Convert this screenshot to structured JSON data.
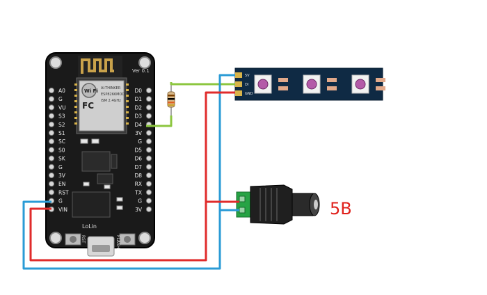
{
  "board": {
    "left_pins": [
      "A0",
      "G",
      "VU",
      "S3",
      "S2",
      "S1",
      "SC",
      "S0",
      "SK",
      "G",
      "3V",
      "EN",
      "RST",
      "G",
      "VIN"
    ],
    "right_pins": [
      "D0",
      "D1",
      "D2",
      "D3",
      "D4",
      "3V",
      "G",
      "D5",
      "D6",
      "D7",
      "D8",
      "RX",
      "TX",
      "G",
      "3V"
    ],
    "version_label": "Ver 0.1",
    "wifi_label": "Wi Fi",
    "fcc_label": "FC",
    "module_model": "ESP8266MOD",
    "module_vendor": "AI-THINKER",
    "module_id": "ISM 2.4GHz",
    "brand_label": "LoLin",
    "rst_label": "RST",
    "flash_label": "FLASH"
  },
  "strip": {
    "input_pins": [
      "5V",
      "DI",
      "GND"
    ],
    "pixel_count": 3
  },
  "power": {
    "voltage_label": "5B"
  },
  "colors": {
    "wire_data": "#8cc63f",
    "wire_power": "#e02b2b",
    "wire_ground": "#2a9bd6",
    "board_pcb": "#151515",
    "strip_pcb": "#0f2a44",
    "label_accent": "#e0201b"
  }
}
